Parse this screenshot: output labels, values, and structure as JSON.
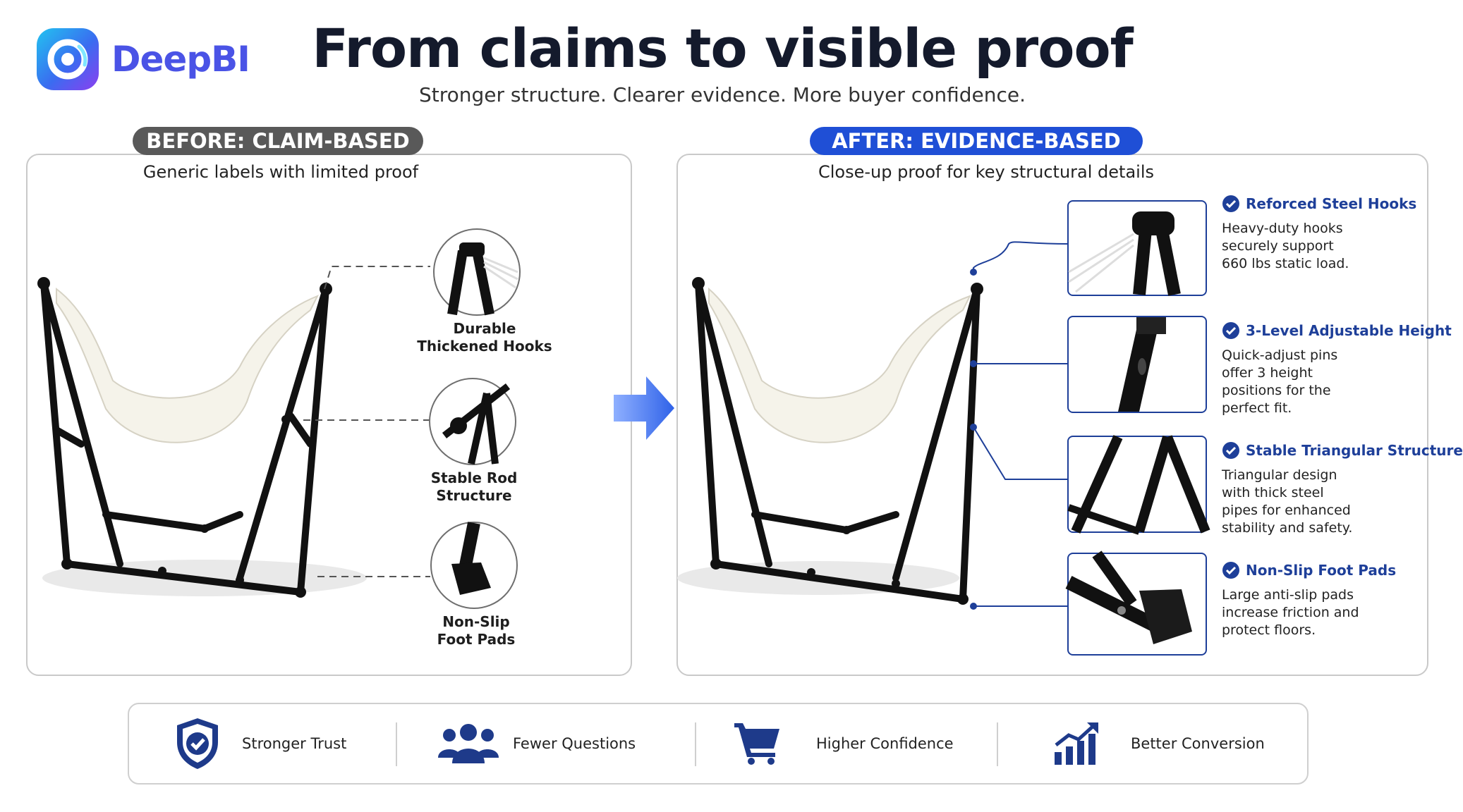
{
  "brand": {
    "name": "DeepBI",
    "accent": "#4a53e6"
  },
  "header": {
    "title": "From claims to visible proof",
    "subtitle": "Stronger structure. Clearer evidence. More buyer confidence."
  },
  "before": {
    "badge": "BEFORE: CLAIM-BASED",
    "caption": "Generic labels with limited proof",
    "callouts": [
      {
        "line1": "Durable",
        "line2": "Thickened Hooks",
        "icon": "hook-closeup-icon"
      },
      {
        "line1": "Stable Rod",
        "line2": "Structure",
        "icon": "rod-joint-closeup-icon"
      },
      {
        "line1": "Non-Slip",
        "line2": "Foot Pads",
        "icon": "foot-pad-closeup-icon"
      }
    ]
  },
  "after": {
    "badge": "AFTER: EVIDENCE-BASED",
    "caption": "Close-up proof for key structural details",
    "features": [
      {
        "title": "Reforced Steel Hooks",
        "desc": "Heavy-duty hooks securely support 660 lbs static load."
      },
      {
        "title": "3-Level Adjustable Height",
        "desc": "Quick-adjust pins offer 3 height positions for the perfect fit."
      },
      {
        "title": "Stable Triangular Structure",
        "desc": "Triangular design with thick steel pipes for enhanced stability and safety."
      },
      {
        "title": "Non-Slip Foot Pads",
        "desc": "Large anti-slip pads increase friction and protect floors."
      }
    ]
  },
  "benefits": [
    {
      "label": "Stronger Trust",
      "icon": "shield-check-icon"
    },
    {
      "label": "Fewer Questions",
      "icon": "people-group-icon"
    },
    {
      "label": "Higher Confidence",
      "icon": "shopping-cart-icon"
    },
    {
      "label": "Better Conversion",
      "icon": "growth-chart-icon"
    }
  ],
  "colors": {
    "before_badge": "#595959",
    "after_badge": "#1f4fd6",
    "feature_blue": "#1e3f99",
    "arrow_blue": "#2f62e8"
  }
}
